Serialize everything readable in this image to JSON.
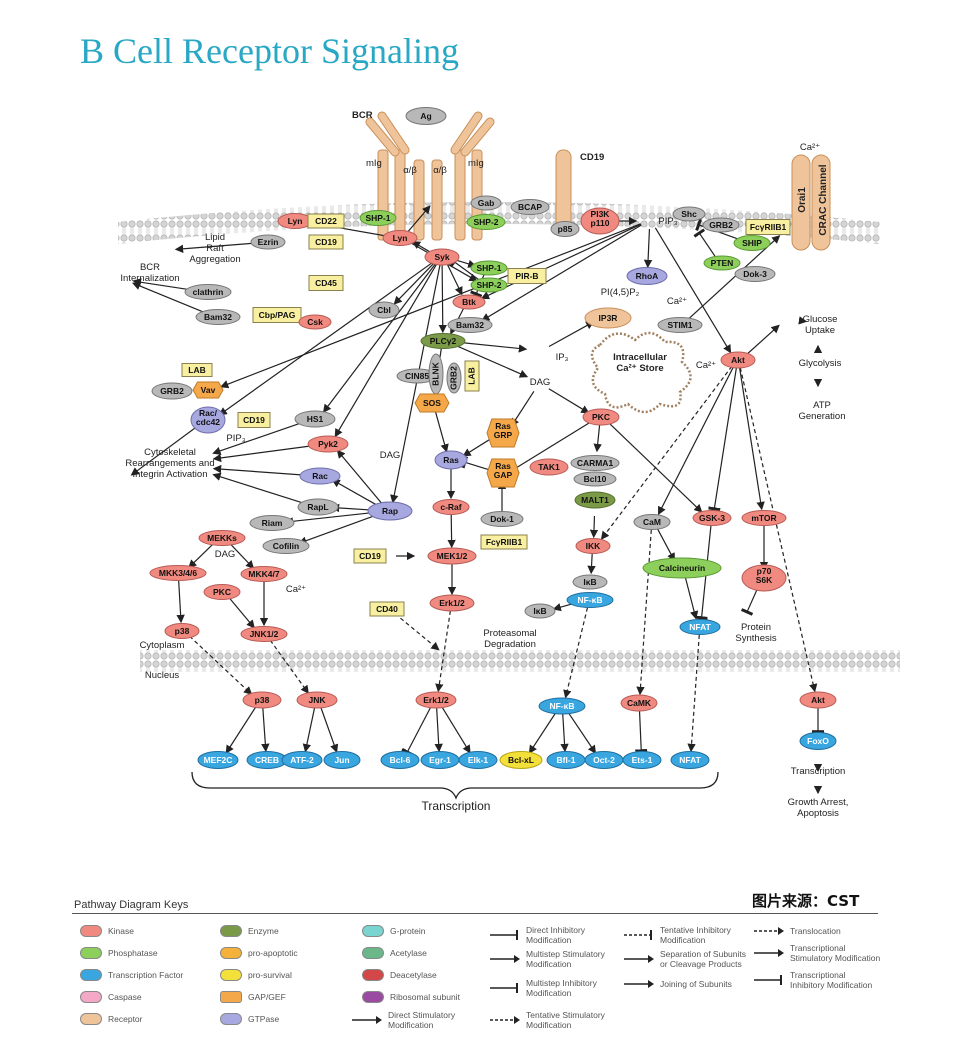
{
  "title": "B Cell Receptor Signaling",
  "source": "图片来源：CST",
  "legend": {
    "title": "Pathway Diagram Keys",
    "nodes": [
      {
        "label": "Kinase",
        "color": "#f08a80"
      },
      {
        "label": "Phosphatase",
        "color": "#8ccf5a"
      },
      {
        "label": "Transcription Factor",
        "color": "#3aa6e0"
      },
      {
        "label": "Caspase",
        "color": "#f4a8c8"
      },
      {
        "label": "Receptor",
        "color": "#f0c49a"
      },
      {
        "label": "Enzyme",
        "color": "#7a9a48"
      },
      {
        "label": "pro-apoptotic",
        "color": "#f4b23a"
      },
      {
        "label": "pro-survival",
        "color": "#f4e03a"
      },
      {
        "label": "GAP/GEF",
        "color": "#f4a84a"
      },
      {
        "label": "GTPase",
        "color": "#a8a8e0"
      },
      {
        "label": "G-protein",
        "color": "#7ad4d0"
      },
      {
        "label": "Acetylase",
        "color": "#6ab88a"
      },
      {
        "label": "Deacetylase",
        "color": "#d24848"
      },
      {
        "label": "Ribosomal subunit",
        "color": "#9a4aa0"
      }
    ],
    "arrows": [
      {
        "label": "Direct Stimulatory Modification"
      },
      {
        "label": "Direct Inhibitory Modification"
      },
      {
        "label": "Multistep Stimulatory Modification"
      },
      {
        "label": "Multistep Inhibitory Modification"
      },
      {
        "label": "Tentative Stimulatory Modification"
      },
      {
        "label": "Tentative Inhibitory Modification"
      },
      {
        "label": "Separation of Subunits or Cleavage Products"
      },
      {
        "label": "Joining of Subunits"
      },
      {
        "label": "Translocation"
      },
      {
        "label": "Transcriptional Stimulatory Modification"
      },
      {
        "label": "Transcriptional Inhibitory Modification"
      }
    ]
  },
  "nodes": [
    {
      "id": "Ag",
      "label": "Ag",
      "type": "gray"
    },
    {
      "id": "Lyn1",
      "label": "Lyn",
      "type": "kinase"
    },
    {
      "id": "CD22",
      "label": "CD22",
      "type": "box"
    },
    {
      "id": "SHP1a",
      "label": "SHP-1",
      "type": "phosphatase"
    },
    {
      "id": "Lyn2",
      "label": "Lyn",
      "type": "kinase"
    },
    {
      "id": "Ezrin",
      "label": "Ezrin",
      "type": "gray"
    },
    {
      "id": "CD19a",
      "label": "CD19",
      "type": "box"
    },
    {
      "id": "Gab",
      "label": "Gab",
      "type": "gray"
    },
    {
      "id": "SHP2a",
      "label": "SHP-2",
      "type": "phosphatase"
    },
    {
      "id": "BCAP",
      "label": "BCAP",
      "type": "gray"
    },
    {
      "id": "p85",
      "label": "p85",
      "type": "gray"
    },
    {
      "id": "PI3K",
      "label": "PI3K p110",
      "type": "kinase"
    },
    {
      "id": "Shc",
      "label": "Shc",
      "type": "gray"
    },
    {
      "id": "GRB2a",
      "label": "GRB2",
      "type": "gray"
    },
    {
      "id": "FcRIIB1a",
      "label": "FcγRIIB1",
      "type": "box"
    },
    {
      "id": "SHIP",
      "label": "SHIP",
      "type": "phosphatase"
    },
    {
      "id": "PTEN",
      "label": "PTEN",
      "type": "phosphatase"
    },
    {
      "id": "Dok3",
      "label": "Dok-3",
      "type": "gray"
    },
    {
      "id": "Syk",
      "label": "Syk",
      "type": "kinase"
    },
    {
      "id": "SHP1b",
      "label": "SHP-1",
      "type": "phosphatase"
    },
    {
      "id": "SHP2b",
      "label": "SHP-2",
      "type": "phosphatase"
    },
    {
      "id": "PIRB",
      "label": "PIR-B",
      "type": "box"
    },
    {
      "id": "Btk",
      "label": "Btk",
      "type": "kinase"
    },
    {
      "id": "RhoA",
      "label": "RhoA",
      "type": "gtpase"
    },
    {
      "id": "CD45",
      "label": "CD45",
      "type": "box"
    },
    {
      "id": "clathrin",
      "label": "clathrin",
      "type": "gray"
    },
    {
      "id": "Cbl",
      "label": "Cbl",
      "type": "gray"
    },
    {
      "id": "Bam32a",
      "label": "Bam32",
      "type": "gray"
    },
    {
      "id": "CbpPAG",
      "label": "Cbp/PAG",
      "type": "box"
    },
    {
      "id": "Csk",
      "label": "Csk",
      "type": "kinase"
    },
    {
      "id": "Bam32b",
      "label": "Bam32",
      "type": "gray"
    },
    {
      "id": "PLCg2",
      "label": "PLCγ2",
      "type": "enzyme"
    },
    {
      "id": "IP3R",
      "label": "IP3R",
      "type": "receptor"
    },
    {
      "id": "STIM1",
      "label": "STIM1",
      "type": "gray"
    },
    {
      "id": "Akt1",
      "label": "Akt",
      "type": "kinase"
    },
    {
      "id": "LAB1",
      "label": "LAB",
      "type": "box"
    },
    {
      "id": "GRB2b",
      "label": "GRB2",
      "type": "gray"
    },
    {
      "id": "Vav",
      "label": "Vav",
      "type": "gef"
    },
    {
      "id": "CIN85",
      "label": "CIN85",
      "type": "gray"
    },
    {
      "id": "BLNK",
      "label": "BLNK",
      "type": "gray"
    },
    {
      "id": "GRB2c",
      "label": "GRB2",
      "type": "gray"
    },
    {
      "id": "LAB2",
      "label": "LAB",
      "type": "box"
    },
    {
      "id": "Rac1",
      "label": "Rac/ cdc42",
      "type": "gtpase"
    },
    {
      "id": "CD19b",
      "label": "CD19",
      "type": "box"
    },
    {
      "id": "HS1",
      "label": "HS1",
      "type": "gray"
    },
    {
      "id": "SOS",
      "label": "SOS",
      "type": "gef"
    },
    {
      "id": "RasGRP",
      "label": "Ras GRP",
      "type": "gef"
    },
    {
      "id": "PKC1",
      "label": "PKC",
      "type": "kinase"
    },
    {
      "id": "Pyk2",
      "label": "Pyk2",
      "type": "kinase"
    },
    {
      "id": "Ras",
      "label": "Ras",
      "type": "gtpase"
    },
    {
      "id": "RasGAP",
      "label": "Ras GAP",
      "type": "gef"
    },
    {
      "id": "Rac2",
      "label": "Rac",
      "type": "gtpase"
    },
    {
      "id": "TAK1",
      "label": "TAK1",
      "type": "kinase"
    },
    {
      "id": "CARMA1",
      "label": "CARMA1",
      "type": "gray"
    },
    {
      "id": "Bcl10",
      "label": "Bcl10",
      "type": "gray"
    },
    {
      "id": "MALT1",
      "label": "MALT1",
      "type": "enzyme"
    },
    {
      "id": "RapL",
      "label": "RapL",
      "type": "gray"
    },
    {
      "id": "Rap",
      "label": "Rap",
      "type": "gtpase"
    },
    {
      "id": "cRaf",
      "label": "c-Raf",
      "type": "kinase"
    },
    {
      "id": "Riam",
      "label": "Riam",
      "type": "gray"
    },
    {
      "id": "Dok1",
      "label": "Dok-1",
      "type": "gray"
    },
    {
      "id": "CaM",
      "label": "CaM",
      "type": "gray"
    },
    {
      "id": "GSK3",
      "label": "GSK-3",
      "type": "kinase"
    },
    {
      "id": "mTOR",
      "label": "mTOR",
      "type": "kinase"
    },
    {
      "id": "MEKKs",
      "label": "MEKKs",
      "type": "kinase"
    },
    {
      "id": "Cofilin",
      "label": "Cofilin",
      "type": "gray"
    },
    {
      "id": "FcRIIB1b",
      "label": "FcγRIIB1",
      "type": "box"
    },
    {
      "id": "IKK",
      "label": "IKK",
      "type": "kinase"
    },
    {
      "id": "CD19c",
      "label": "CD19",
      "type": "box"
    },
    {
      "id": "MEK12",
      "label": "MEK1/2",
      "type": "kinase"
    },
    {
      "id": "Calcineurin",
      "label": "Calcineurin",
      "type": "phosphatase"
    },
    {
      "id": "MKK346",
      "label": "MKK3/4/6",
      "type": "kinase"
    },
    {
      "id": "MKK47",
      "label": "MKK4/7",
      "type": "kinase"
    },
    {
      "id": "p70S6K",
      "label": "p70 S6K",
      "type": "kinase"
    },
    {
      "id": "PKC2",
      "label": "PKC",
      "type": "kinase"
    },
    {
      "id": "IkB1",
      "label": "IκB",
      "type": "gray"
    },
    {
      "id": "NFkB1",
      "label": "NF-κB",
      "type": "tf"
    },
    {
      "id": "Erk12a",
      "label": "Erk1/2",
      "type": "kinase"
    },
    {
      "id": "CD40",
      "label": "CD40",
      "type": "box"
    },
    {
      "id": "IkB2",
      "label": "IκB",
      "type": "gray"
    },
    {
      "id": "NFAT1",
      "label": "NFAT",
      "type": "tf"
    },
    {
      "id": "p38a",
      "label": "p38",
      "type": "kinase"
    },
    {
      "id": "JNK12",
      "label": "JNK1/2",
      "type": "kinase"
    },
    {
      "id": "p38b",
      "label": "p38",
      "type": "kinase"
    },
    {
      "id": "JNK",
      "label": "JNK",
      "type": "kinase"
    },
    {
      "id": "Erk12b",
      "label": "Erk1/2",
      "type": "kinase"
    },
    {
      "id": "NFkB2",
      "label": "NF-κB",
      "type": "tf"
    },
    {
      "id": "CaMK",
      "label": "CaMK",
      "type": "kinase"
    },
    {
      "id": "Akt2",
      "label": "Akt",
      "type": "kinase"
    },
    {
      "id": "FoxO",
      "label": "FoxO",
      "type": "tf"
    },
    {
      "id": "MEF2C",
      "label": "MEF2C",
      "type": "tf"
    },
    {
      "id": "CREB",
      "label": "CREB",
      "type": "tf"
    },
    {
      "id": "ATF2",
      "label": "ATF-2",
      "type": "tf"
    },
    {
      "id": "Jun",
      "label": "Jun",
      "type": "tf"
    },
    {
      "id": "Bcl6",
      "label": "Bcl-6",
      "type": "tf"
    },
    {
      "id": "Egr1",
      "label": "Egr-1",
      "type": "tf"
    },
    {
      "id": "Elk1",
      "label": "Elk-1",
      "type": "tf"
    },
    {
      "id": "BclxL",
      "label": "Bcl-xL",
      "type": "survival"
    },
    {
      "id": "Bfl1",
      "label": "Bfl-1",
      "type": "tf"
    },
    {
      "id": "Oct2",
      "label": "Oct-2",
      "type": "tf"
    },
    {
      "id": "Ets1",
      "label": "Ets-1",
      "type": "tf"
    },
    {
      "id": "NFAT2",
      "label": "NFAT",
      "type": "tf"
    }
  ],
  "labels": [
    {
      "id": "BCR",
      "text": "BCR"
    },
    {
      "id": "mIg1",
      "text": "mIg"
    },
    {
      "id": "ab1",
      "text": "α/β"
    },
    {
      "id": "ab2",
      "text": "α/β"
    },
    {
      "id": "mIg2",
      "text": "mIg"
    },
    {
      "id": "CD19mem",
      "text": "CD19"
    },
    {
      "id": "Ca2top",
      "text": "Ca²⁺"
    },
    {
      "id": "Orai1",
      "text": "Orai1"
    },
    {
      "id": "CRAC",
      "text": "CRAC Channel"
    },
    {
      "id": "PIP3a",
      "text": "PIP₃"
    },
    {
      "id": "LipidRaft",
      "text": "Lipid Raft Aggregation"
    },
    {
      "id": "BCRint",
      "text": "BCR Internalization"
    },
    {
      "id": "PI45P2",
      "text": "PI(4,5)P₂"
    },
    {
      "id": "Ca2b",
      "text": "Ca²⁺"
    },
    {
      "id": "IntraCa",
      "text": "Intracellular Ca²⁺ Store"
    },
    {
      "id": "Glucose",
      "text": "Glucose Uptake"
    },
    {
      "id": "Glycolysis",
      "text": "Glycolysis"
    },
    {
      "id": "ATP",
      "text": "ATP Generation"
    },
    {
      "id": "IP3",
      "text": "IP₃"
    },
    {
      "id": "Ca2c",
      "text": "Ca²⁺"
    },
    {
      "id": "DAG1",
      "text": "DAG"
    },
    {
      "id": "PIP3b",
      "text": "PIP₃"
    },
    {
      "id": "Cyto",
      "text": "Cytoskeletal Rearrangements and Integrin Activation"
    },
    {
      "id": "DAG2",
      "text": "DAG"
    },
    {
      "id": "DAG3",
      "text": "DAG"
    },
    {
      "id": "Ca2d",
      "text": "Ca²⁺"
    },
    {
      "id": "Proteasomal",
      "text": "Proteasomal Degradation"
    },
    {
      "id": "ProteinSyn",
      "text": "Protein Synthesis"
    },
    {
      "id": "Cytoplasm",
      "text": "Cytoplasm"
    },
    {
      "id": "Nucleus",
      "text": "Nucleus"
    },
    {
      "id": "Transcription",
      "text": "Transcription"
    },
    {
      "id": "Transcription2",
      "text": "Transcription"
    },
    {
      "id": "Growth",
      "text": "Growth Arrest, Apoptosis"
    }
  ]
}
